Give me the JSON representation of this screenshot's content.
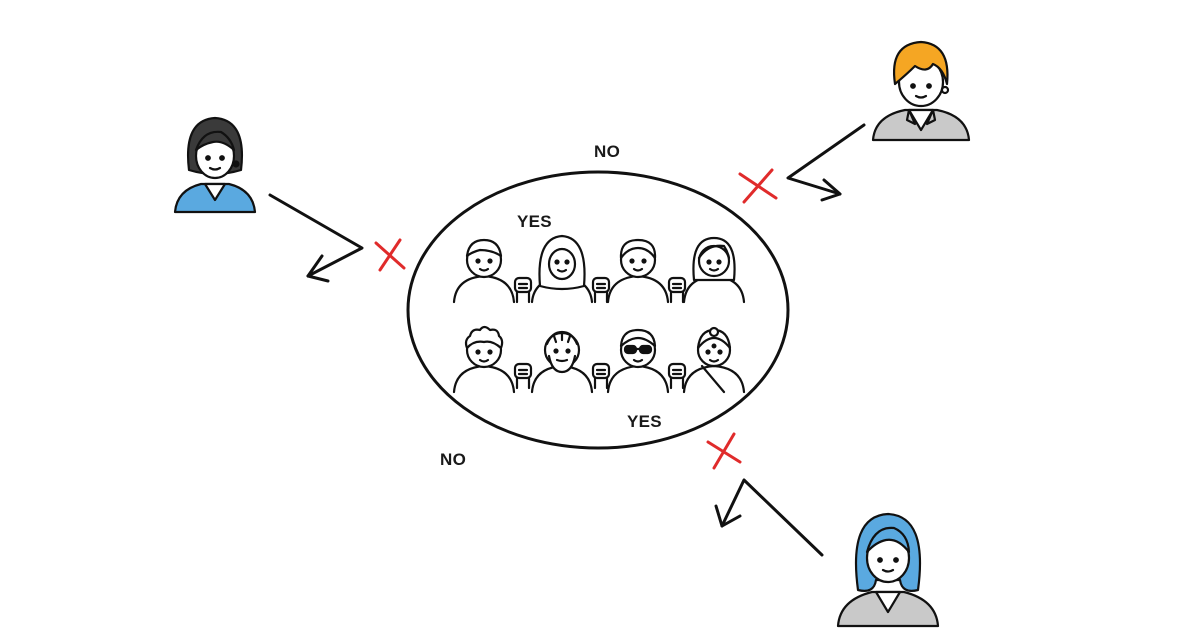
{
  "labels": {
    "yes_top": "YES",
    "yes_bottom": "YES",
    "no_top": "NO",
    "no_bottom": "NO"
  },
  "colors": {
    "stroke": "#111111",
    "reject_mark": "#e02b2b",
    "hair_dark": "#3a3a3a",
    "hair_orange": "#f5a623",
    "hair_blue": "#5aa9e0",
    "jacket_blue": "#5aa9e0",
    "jacket_gray": "#c9c9c9",
    "skin": "#ffffff"
  },
  "icons": {
    "person_top_left": "woman-dark-hair-blue-jacket-icon",
    "person_top_right": "person-orange-hair-gray-suit-icon",
    "person_bottom_right": "woman-blue-hair-gray-suit-icon",
    "group": "group-of-people-with-raised-fists-icon",
    "reject": "red-x-icon",
    "arrow": "bounce-back-arrow-icon"
  }
}
